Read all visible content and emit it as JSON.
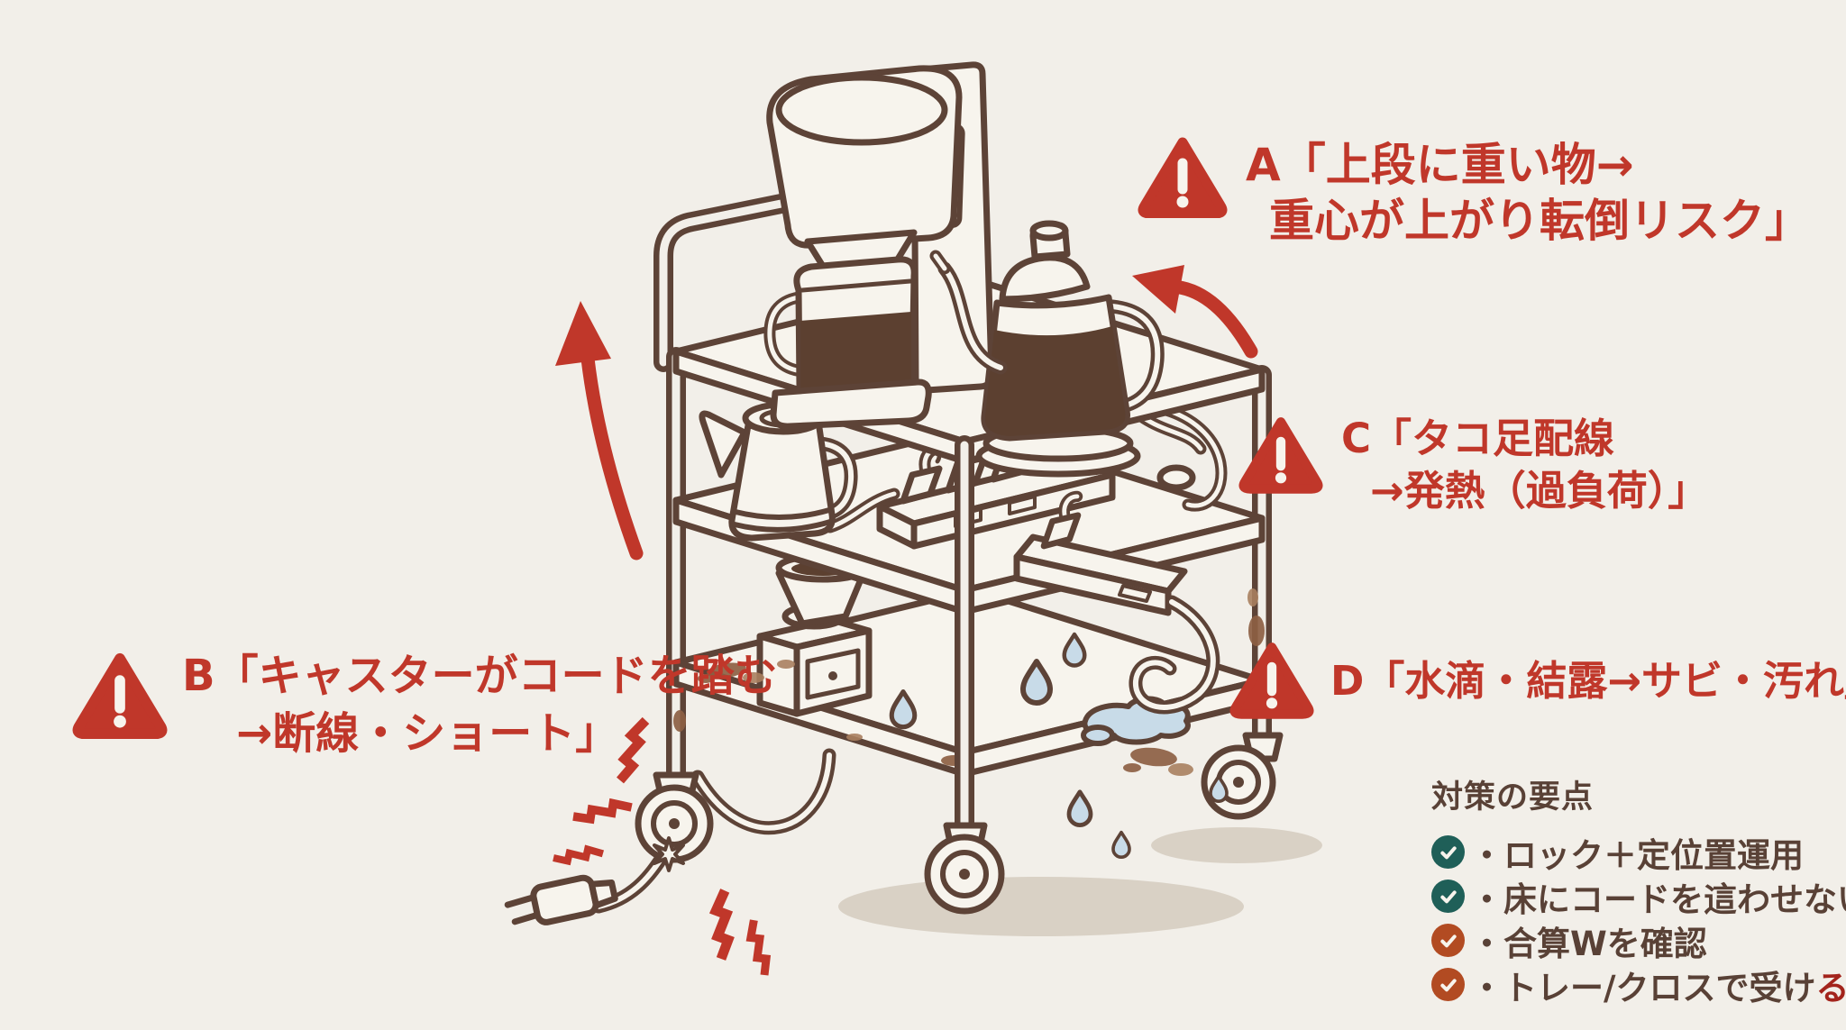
{
  "colors": {
    "background": "#f2efe9",
    "line_brown": "#5d4337",
    "accent_red": "#c0372a",
    "check_teal": "#1f5f58",
    "check_orange": "#b24b22",
    "water_blue": "#c8dbe8",
    "rust_brown": "#8d5f43",
    "text_brown": "#594136",
    "accent_dark_red": "#a3241c"
  },
  "icons": {
    "warning": "triangle-exclamation",
    "check": "checkmark-circle",
    "arrow": "curved-up-arrow",
    "lightning": "spark-bolt",
    "heat": "heat-waves",
    "water": "water-drop"
  },
  "warnings": [
    {
      "id": "A",
      "line1": "A「上段に重い物→",
      "line2": "重心が上がり転倒リスク」"
    },
    {
      "id": "B",
      "line1": "B「キャスターがコードを踏む",
      "line2": "→断線・ショート」"
    },
    {
      "id": "C",
      "line1": "C「タコ足配線",
      "line2": "→発熱（過負荷）」"
    },
    {
      "id": "D",
      "line1": "D「水滴・結露→サビ・汚れ」",
      "line2": ""
    }
  ],
  "countermeasures": {
    "title": "対策の要点",
    "items": [
      {
        "text": "・ロック＋定位置運用",
        "accent": "",
        "check_color": "teal"
      },
      {
        "text": "・床にコードを這わせない",
        "accent": "",
        "check_color": "teal"
      },
      {
        "text": "・合算Wを確認",
        "accent": "",
        "check_color": "orange"
      },
      {
        "text": "・トレー/クロスで受け",
        "accent": "る",
        "check_color": "orange"
      }
    ]
  },
  "illustration": {
    "objects": [
      "three-tier-rolling-cart",
      "coffee-maker",
      "gooseneck-kettle",
      "electric-kettle",
      "overloaded-power-strip",
      "secondary-power-strip",
      "coffee-grinder",
      "hand-dripper",
      "casters",
      "power-cord-under-caster",
      "power-plug",
      "water-drops",
      "puddle",
      "rust-stains",
      "heat-waves",
      "spark-bolts",
      "up-arrows"
    ]
  }
}
